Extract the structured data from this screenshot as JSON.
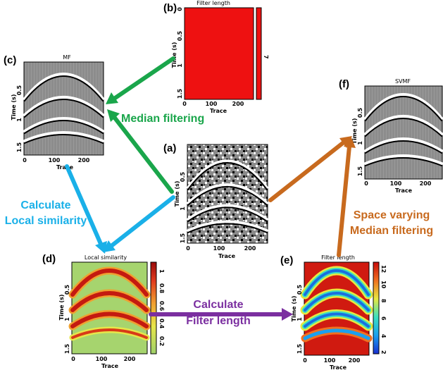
{
  "colors": {
    "green": "#1aa64b",
    "blue": "#1ab0e8",
    "orange": "#c86a1e",
    "purple": "#7b2fa0",
    "red_fill": "#ee1111"
  },
  "panels": {
    "a": {
      "letter": "(a)",
      "title": "",
      "xlabel": "Trace",
      "ylabel": "Time (s)",
      "xticks": [
        "0",
        "100",
        "200"
      ],
      "yticks": [
        "0.5",
        "1",
        "1.5"
      ]
    },
    "b": {
      "letter": "(b)",
      "title": "Filter length",
      "xlabel": "Trace",
      "ylabel": "Time (s)",
      "xticks": [
        "0",
        "100",
        "200"
      ],
      "yticks": [
        "0",
        "0.5",
        "1",
        "1.5"
      ],
      "colorbar_ticks": [
        "7"
      ]
    },
    "c": {
      "letter": "(c)",
      "title": "MF",
      "xlabel": "Trace",
      "ylabel": "Time (s)",
      "xticks": [
        "0",
        "100",
        "200"
      ],
      "yticks": [
        "0.5",
        "1",
        "1.5"
      ]
    },
    "d": {
      "letter": "(d)",
      "title": "Local similarity",
      "xlabel": "Trace",
      "ylabel": "Time (s)",
      "xticks": [
        "0",
        "100",
        "200"
      ],
      "yticks": [
        "0.5",
        "1",
        "1.5"
      ],
      "colorbar_ticks": [
        "1",
        "0.8",
        "0.6",
        "0.4",
        "0.2"
      ]
    },
    "e": {
      "letter": "(e)",
      "title": "Filter length",
      "xlabel": "Trace",
      "ylabel": "Time (s)",
      "xticks": [
        "0",
        "100",
        "200"
      ],
      "yticks": [
        "0.5",
        "1",
        "1.5"
      ],
      "colorbar_ticks": [
        "12",
        "10",
        "8",
        "6",
        "4",
        "2"
      ]
    },
    "f": {
      "letter": "(f)",
      "title": "SVMF",
      "xlabel": "Trace",
      "ylabel": "Time (s)",
      "xticks": [
        "0",
        "100",
        "200"
      ],
      "yticks": [
        "0.5",
        "1",
        "1.5"
      ]
    }
  },
  "annotations": {
    "median_filtering": "Median filtering",
    "calculate_similarity_1": "Calculate",
    "calculate_similarity_2": "Local similarity",
    "calculate_length_1": "Calculate",
    "calculate_length_2": "Filter length",
    "svmf_1": "Space varying",
    "svmf_2": "Median filtering"
  }
}
